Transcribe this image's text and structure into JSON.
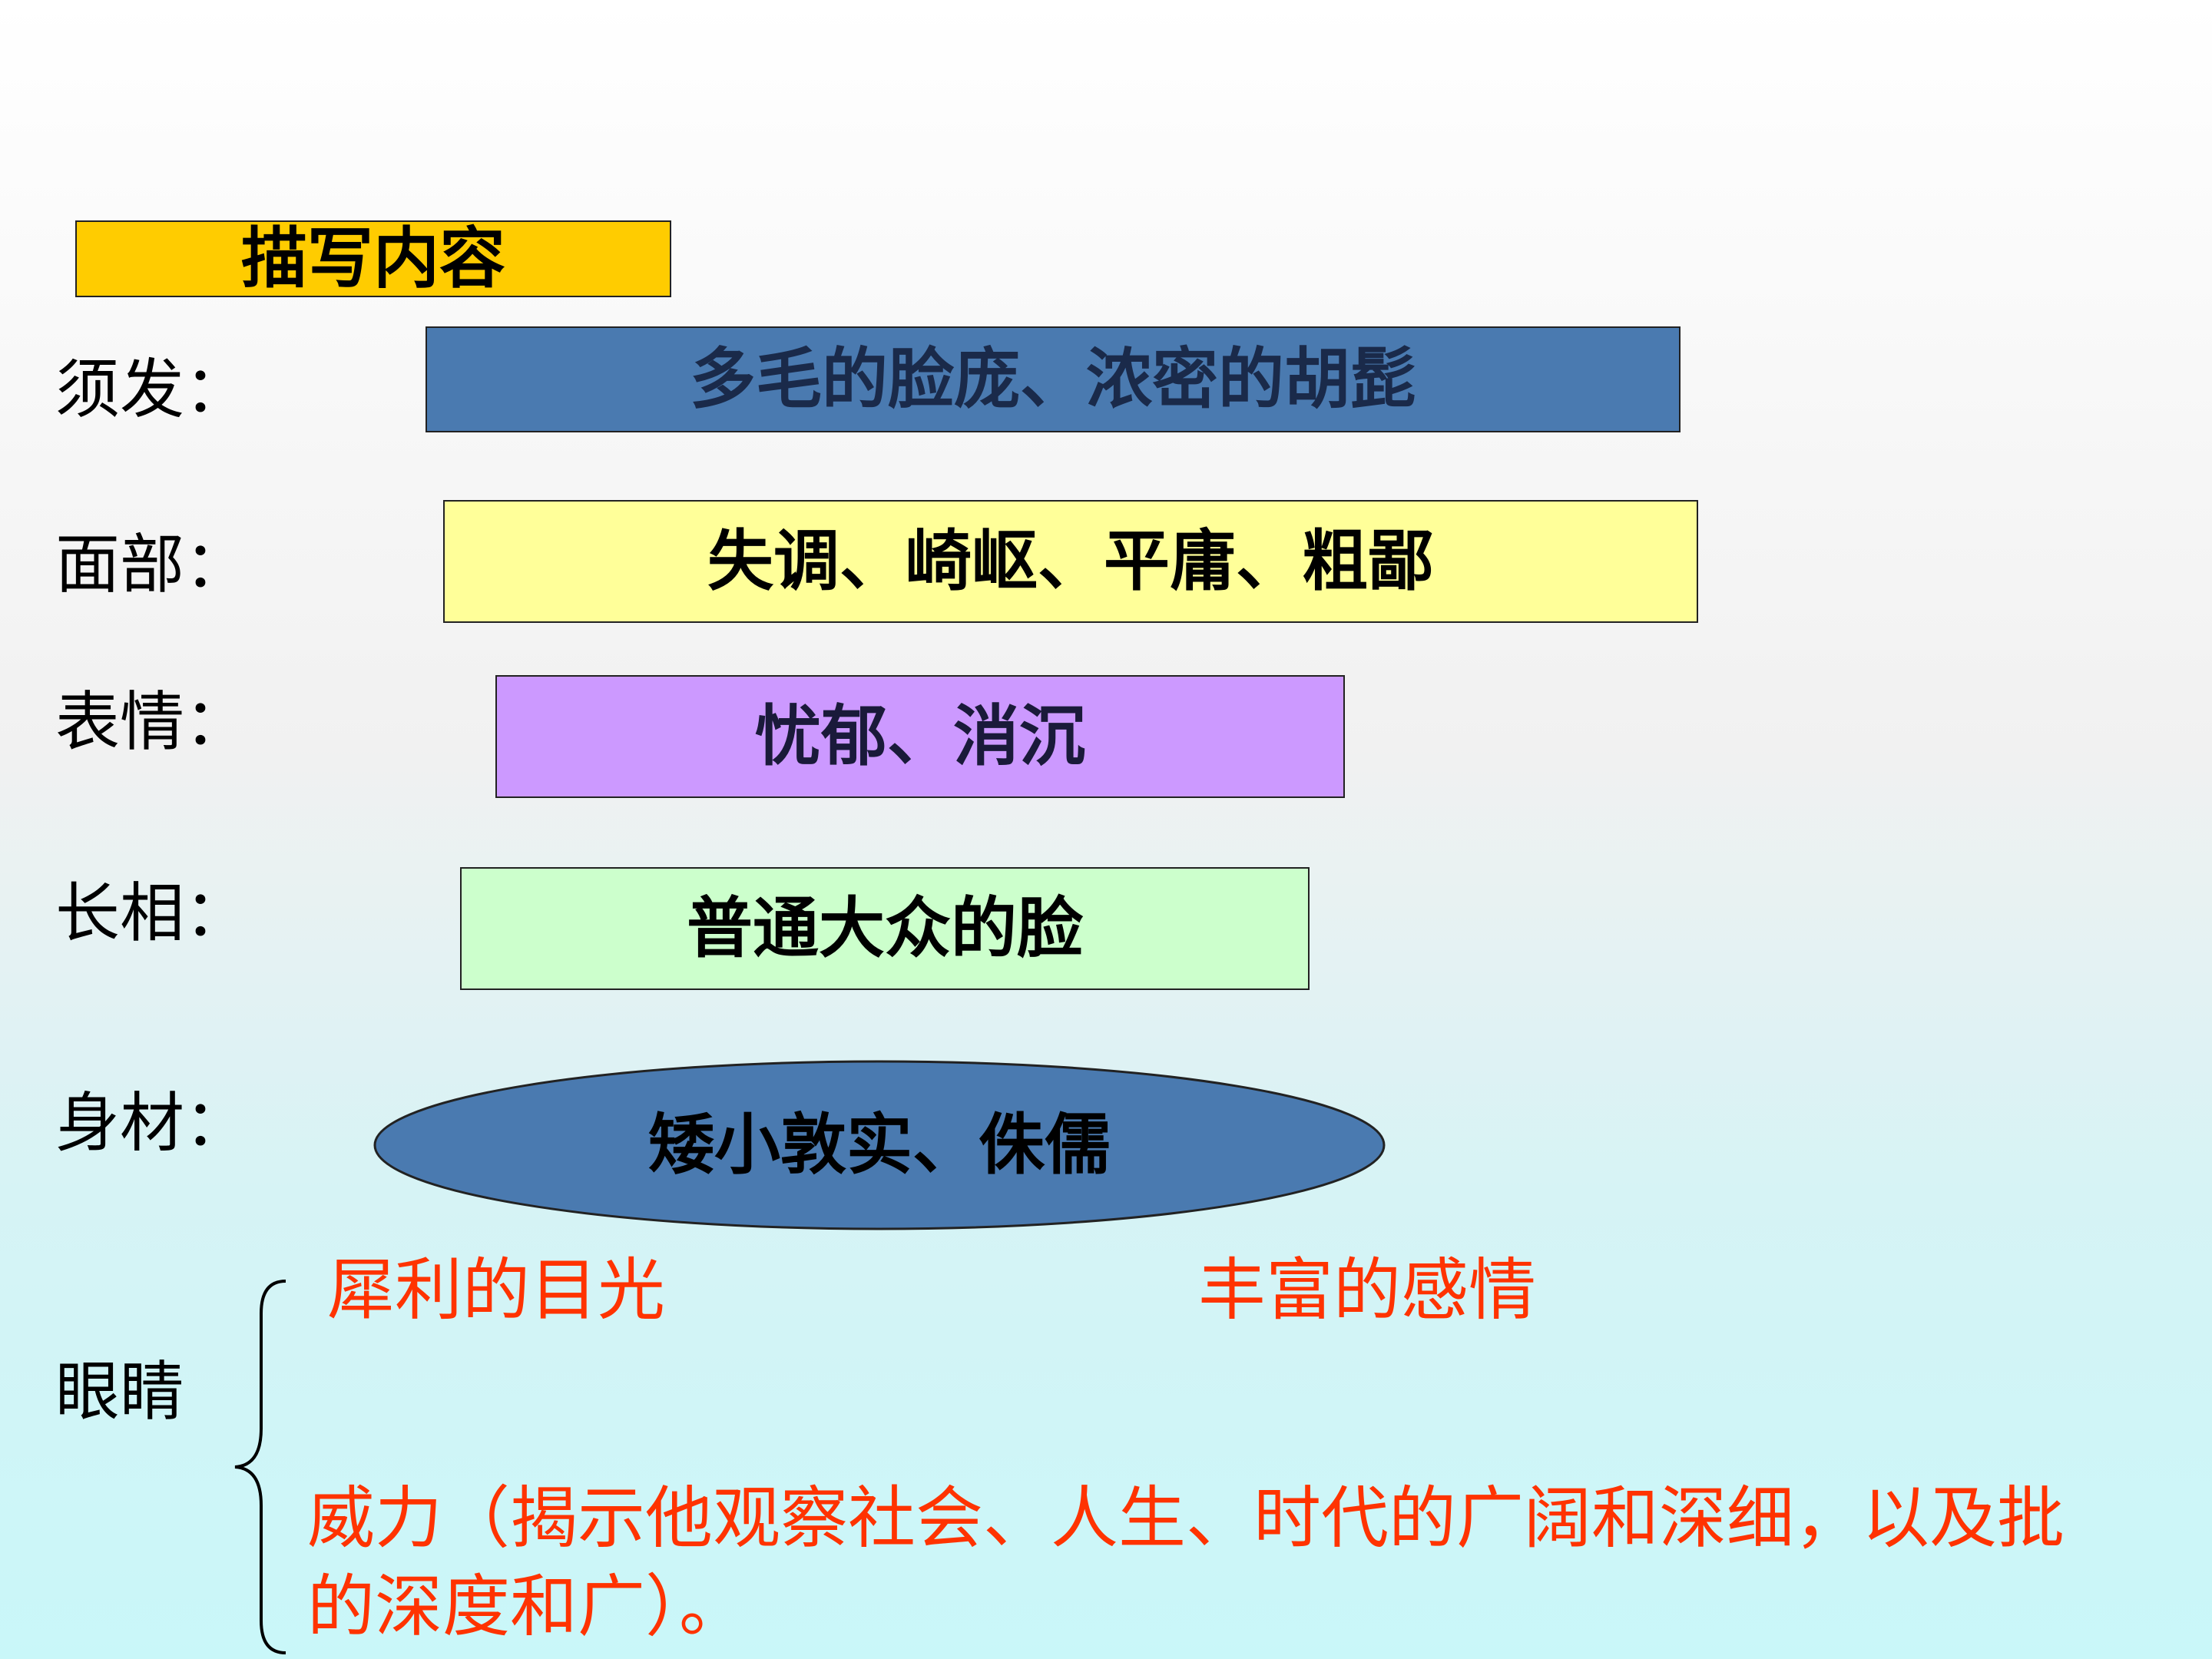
{
  "title": "描写内容",
  "rows": [
    {
      "label": "须发：",
      "text": "多毛的脸庞、浓密的胡髭",
      "fill": "#4a7ab0",
      "text_color": "#1a2a4a"
    },
    {
      "label": "面部：",
      "text": "失调、崎岖、平庸、粗鄙",
      "fill": "#ffff99",
      "text_color": "#000000"
    },
    {
      "label": "表情：",
      "text": "忧郁、消沉",
      "fill": "#cc99ff",
      "text_color": "#1a1a3a"
    },
    {
      "label": "长相：",
      "text": "普通大众的脸",
      "fill": "#ccffcc",
      "text_color": "#000000"
    },
    {
      "label": "身材：",
      "text": "矮小敦实、侏儒",
      "fill": "#4a7ab0",
      "text_color": "#000000"
    }
  ],
  "eyes": {
    "label": "眼睛",
    "item1": "犀利的目光",
    "item2": "丰富的感情",
    "item3_line1": "威力（揭示他观察社会、人生、时代的广阔和深细，以及批",
    "item3_line2": "的深度和广）。"
  },
  "colors": {
    "accent_red": "#ff3300",
    "title_fill": "#ffcc00"
  }
}
